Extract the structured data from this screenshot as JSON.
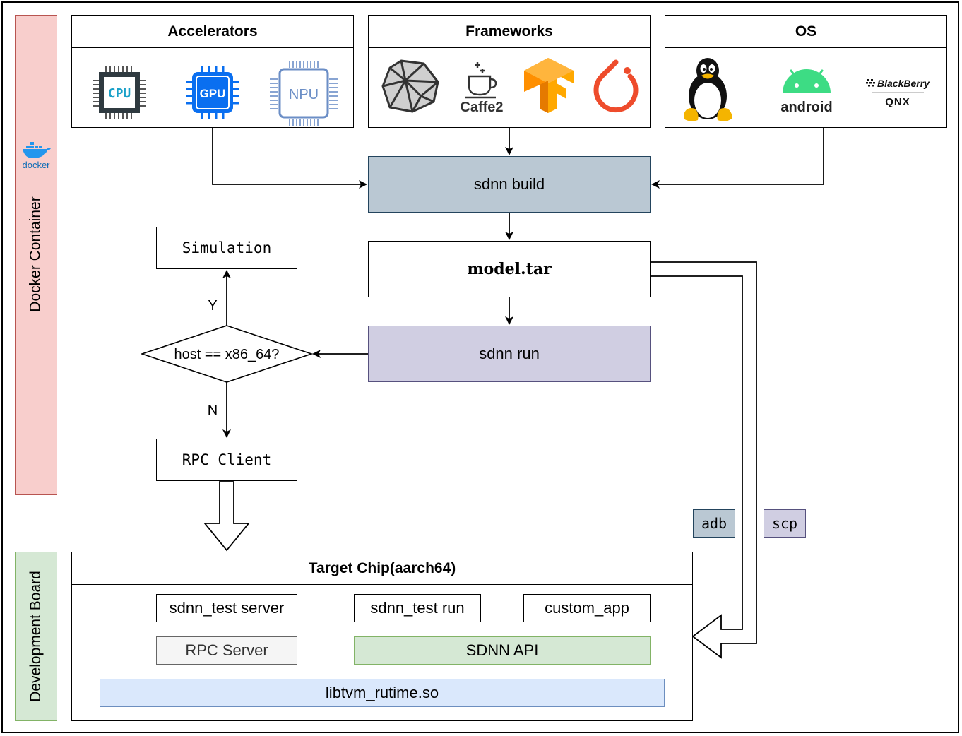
{
  "side_labels": {
    "docker_container": "Docker Container",
    "docker_logo_text": "docker",
    "development_board": "Development Board"
  },
  "panels": {
    "accelerators": {
      "title": "Accelerators",
      "items": [
        {
          "label": "CPU",
          "icon": "cpu-chip-icon"
        },
        {
          "label": "GPU",
          "icon": "gpu-chip-icon"
        },
        {
          "label": "NPU",
          "icon": "npu-chip-icon"
        }
      ]
    },
    "frameworks": {
      "title": "Frameworks",
      "items": [
        {
          "icon": "onnx-polyhedron-icon"
        },
        {
          "label": "Caffe2",
          "icon": "caffe2-cup-icon"
        },
        {
          "icon": "tensorflow-icon"
        },
        {
          "icon": "pytorch-icon"
        }
      ]
    },
    "os": {
      "title": "OS",
      "items": [
        {
          "icon": "linux-tux-icon"
        },
        {
          "label": "android",
          "icon": "android-icon"
        },
        {
          "label": "BlackBerry",
          "sublabel": "QNX",
          "icon": "blackberry-qnx-icon"
        }
      ]
    }
  },
  "flow": {
    "sdnn_build": "sdnn build",
    "model_tar": "model.tar",
    "sdnn_run": "sdnn run",
    "decision": "host == x86_64?",
    "yes_label": "Y",
    "no_label": "N",
    "simulation": "Simulation",
    "rpc_client": "RPC Client",
    "adb": "adb",
    "scp": "scp"
  },
  "target": {
    "title": "Target Chip(aarch64)",
    "sdnn_test_server": "sdnn_test server",
    "rpc_server": "RPC Server",
    "sdnn_test_run": "sdnn_test run",
    "custom_app": "custom_app",
    "sdnn_api": "SDNN API",
    "libtvm": "libtvm_rutime.so"
  },
  "colors": {
    "sdnn_build_fill": "#bac8d3",
    "sdnn_build_border": "#23445d",
    "sdnn_run_fill": "#d0cee2",
    "sdnn_run_border": "#56517e",
    "docker_fill": "#f8cecc",
    "docker_border": "#b85450",
    "devboard_fill": "#d5e8d4",
    "devboard_border": "#82b366",
    "sdnn_api_fill": "#d5e8d4",
    "sdnn_api_border": "#82b366",
    "libtvm_fill": "#dae8fc",
    "libtvm_border": "#6c8ebf",
    "rpc_server_fill": "#f5f5f5",
    "rpc_server_border": "#666666"
  }
}
